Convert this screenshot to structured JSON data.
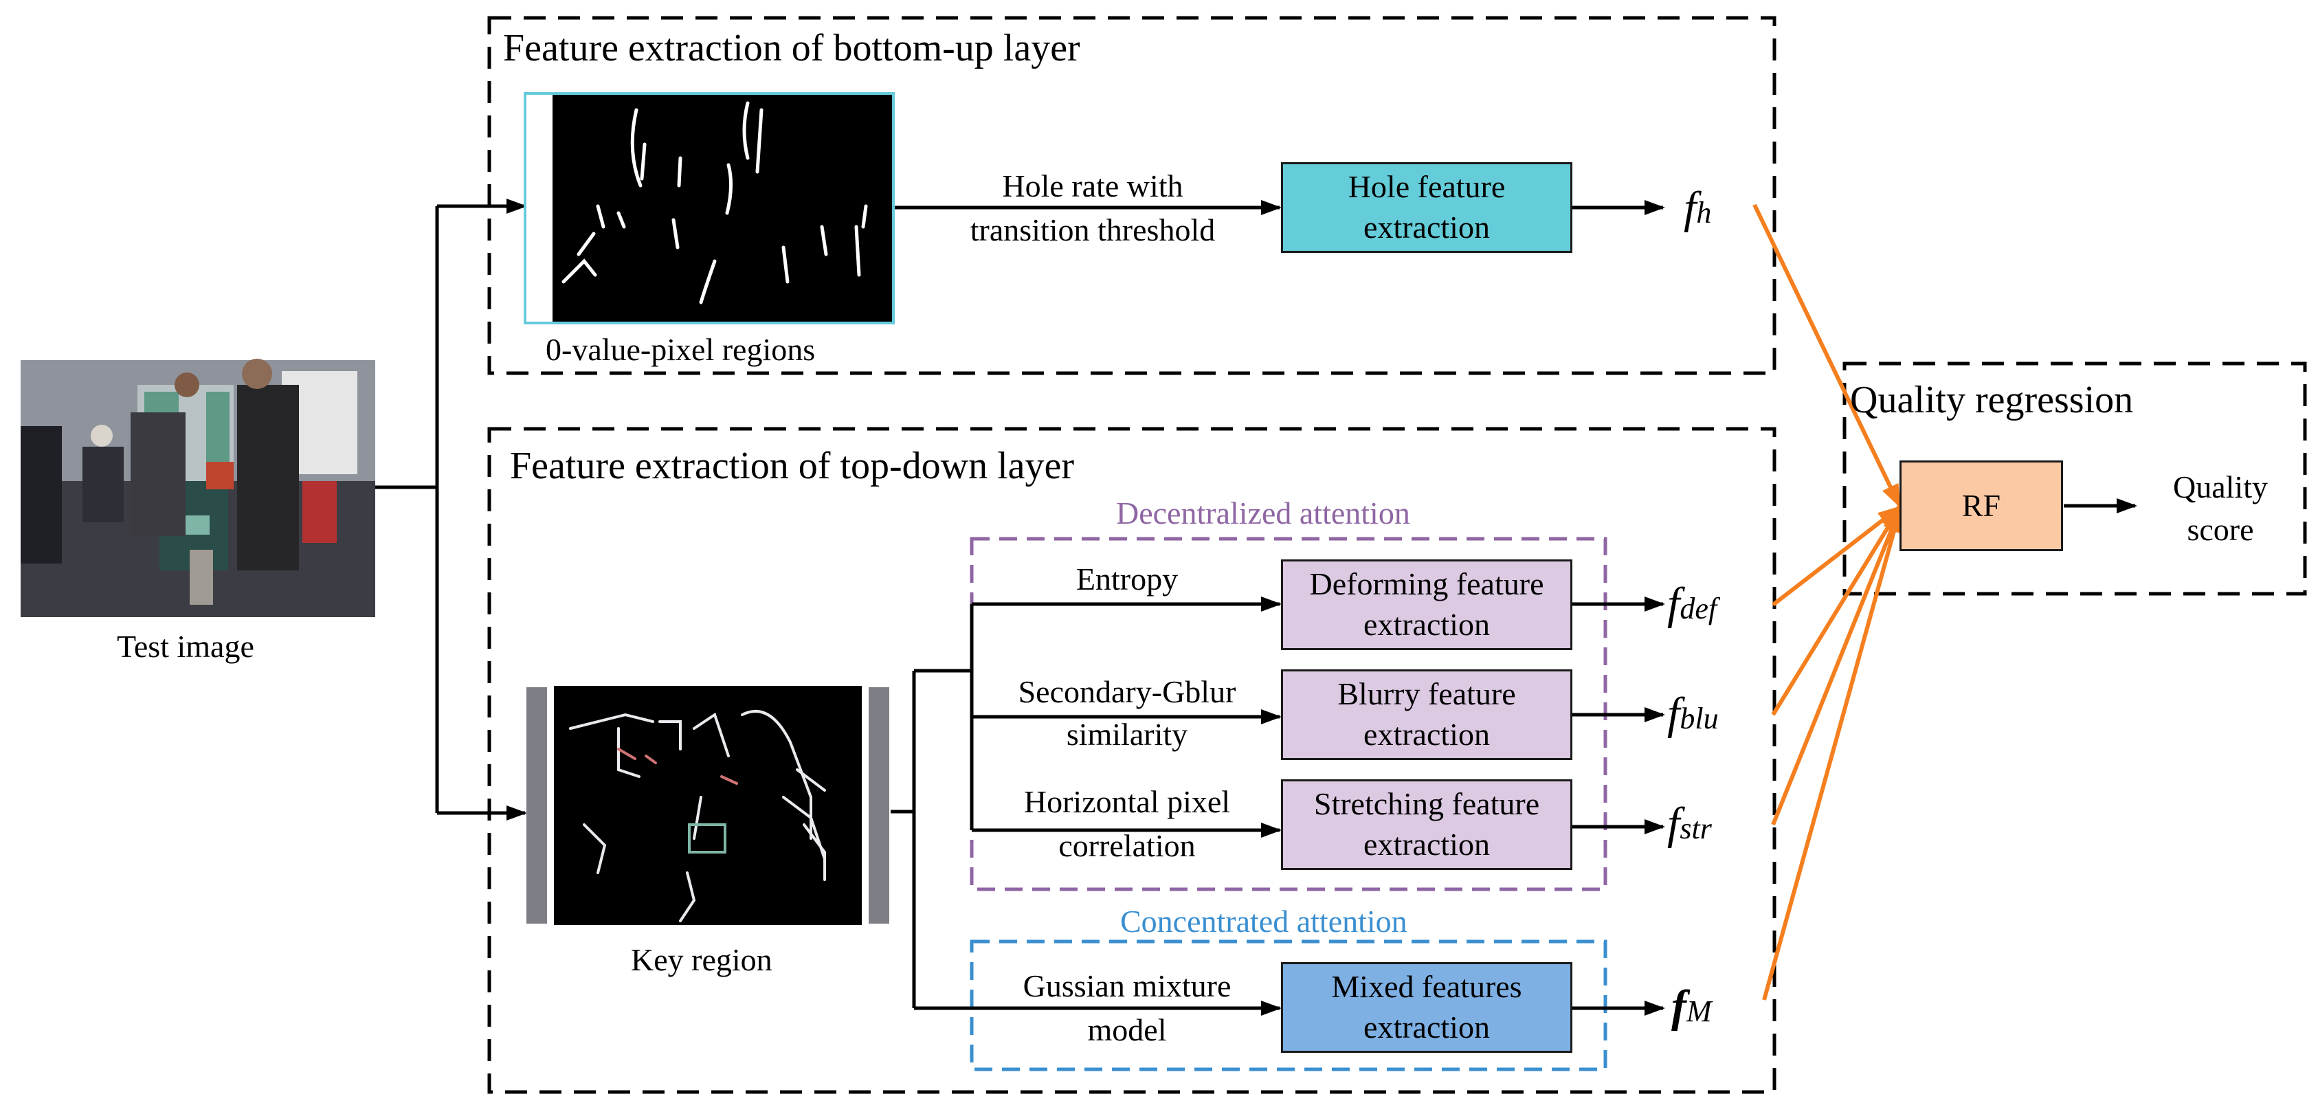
{
  "colors": {
    "arrow": "#000000",
    "orange_arrow": "#f57f1e",
    "hole_box": "#64cdd9",
    "attention_box": "#dcc9e2",
    "mixed_box": "#7eb0e4",
    "rf_box": "#fcc9a5",
    "decentralized_dash": "#8f66a3",
    "concentrated_dash": "#3a8fd0"
  },
  "input": {
    "caption": "Test image"
  },
  "bottom_up": {
    "title": "Feature extraction of bottom-up layer",
    "region_caption": "0-value-pixel regions",
    "edge_label_line1": "Hole rate with",
    "edge_label_line2": "transition threshold",
    "box_line1": "Hole feature",
    "box_line2": "extraction",
    "output_base": "f",
    "output_sub": "h"
  },
  "top_down": {
    "title": "Feature extraction of top-down layer",
    "region_caption": "Key region",
    "decentralized": {
      "title": "Decentralized attention",
      "items": [
        {
          "label_line1": "Entropy",
          "label_line2": "",
          "box_line1": "Deforming feature",
          "box_line2": "extraction",
          "output_base": "f",
          "output_sub": "def"
        },
        {
          "label_line1": "Secondary-Gblur",
          "label_line2": "similarity",
          "box_line1": "Blurry feature",
          "box_line2": "extraction",
          "output_base": "f",
          "output_sub": "blu"
        },
        {
          "label_line1": "Horizontal pixel",
          "label_line2": "correlation",
          "box_line1": "Stretching feature",
          "box_line2": "extraction",
          "output_base": "f",
          "output_sub": "str"
        }
      ]
    },
    "concentrated": {
      "title": "Concentrated attention",
      "label_line1": "Gussian mixture",
      "label_line2": "model",
      "box_line1": "Mixed features",
      "box_line2": "extraction",
      "output_base": "f",
      "output_sub": "M"
    }
  },
  "regression": {
    "title": "Quality regression",
    "box_label": "RF",
    "output_line1": "Quality",
    "output_line2": "score"
  }
}
